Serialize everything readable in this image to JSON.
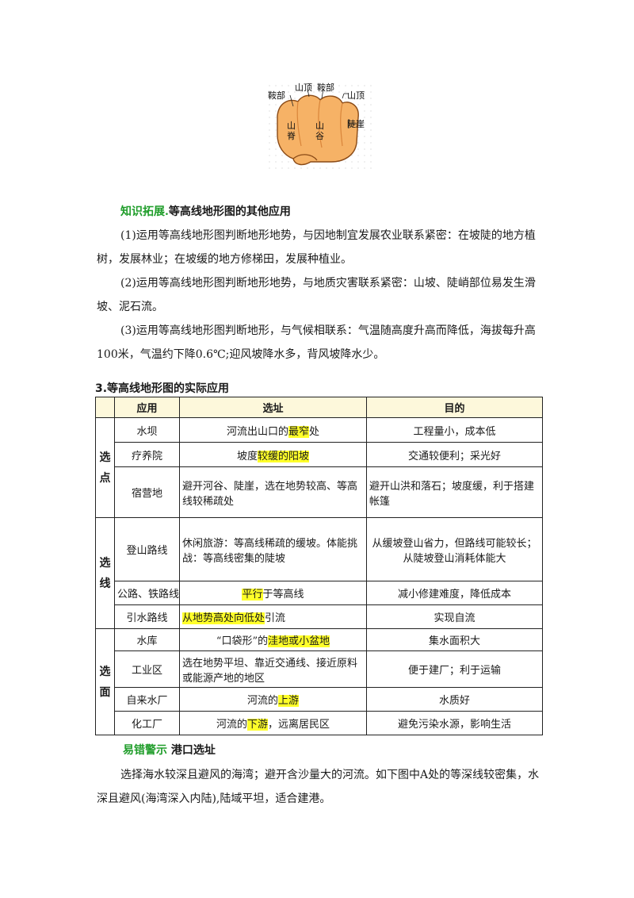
{
  "figure": {
    "labels": {
      "saddle_left": "鞍部",
      "top_left": "山顶",
      "saddle_right": "鞍部",
      "top_right": "山顶",
      "cliff": "陡崖",
      "ridge": "山脊",
      "valley": "山谷"
    },
    "colors": {
      "fist": "#f6b266",
      "fist_shadow": "#d9853a",
      "outline": "#8a4a16"
    }
  },
  "knowledge": {
    "tag": "知识拓展.",
    "title": "等高线地形图的其他应用",
    "paragraphs": [
      "(1)运用等高线地形图判断地形地势，与因地制宜发展农业联系紧密：在坡陡的地方植树，发展林业；在坡缓的地方修梯田，发展种植业。",
      "(2)运用等高线地形图判断地形地势，与地质灾害联系紧密：山坡、陡峭部位易发生滑坡、泥石流。",
      "(3)运用等高线地形图判断地形，与气候相联系：气温随高度升高而降低，海拔每升高100米，气温约下降0.6℃;迎风坡降水多，背风坡降水少。"
    ]
  },
  "section": {
    "title": "3.等高线地形图的实际应用"
  },
  "table": {
    "headers": {
      "blank": "",
      "use": "应用",
      "site": "选址",
      "purpose": "目的"
    },
    "groups": {
      "point": "选点",
      "line": "选线",
      "area": "选面"
    },
    "rows": [
      {
        "use": "水坝",
        "site_a": "河流出山口的",
        "site_hl": "最窄",
        "site_b": "处",
        "purpose": "工程量小，成本低"
      },
      {
        "use": "疗养院",
        "site_a": "坡度",
        "site_hl": "较缓的阳坡",
        "site_b": "",
        "purpose": "交通较便利；采光好"
      },
      {
        "use": "宿营地",
        "site_a": "避开河谷、陡崖，选在地势较高、等高线较稀疏处",
        "site_hl": "",
        "site_b": "",
        "purpose": "避开山洪和落石；坡度缓，利于搭建帐篷"
      },
      {
        "use": "登山路线",
        "site_a": "休闲旅游：等高线稀疏的缓坡。体能挑战：等高线密集的陡坡",
        "site_hl": "",
        "site_b": "",
        "purpose": "从缓坡登山省力，但路线可能较长；从陡坡登山消耗体能大"
      },
      {
        "use": "公路、铁路线",
        "site_a": "",
        "site_hl": "平行",
        "site_b": "于等高线",
        "purpose": "减小修建难度，降低成本"
      },
      {
        "use": "引水路线",
        "site_a": "",
        "site_hl": "从地势高处向低处",
        "site_b": "引流",
        "purpose": "实现自流"
      },
      {
        "use": "水库",
        "site_a": "“口袋形”的",
        "site_hl": "洼地或小盆地",
        "site_b": "",
        "purpose": "集水面积大"
      },
      {
        "use": "工业区",
        "site_a": "选在地势平坦、靠近交通线、接近原料或能源产地的地区",
        "site_hl": "",
        "site_b": "",
        "purpose": "便于建厂；利于运输"
      },
      {
        "use": "自来水厂",
        "site_a": "河流的",
        "site_hl": "上游",
        "site_b": "",
        "purpose": "水质好"
      },
      {
        "use": "化工厂",
        "site_a": "河流的",
        "site_hl": "下游",
        "site_b": "，远离居民区",
        "purpose": "避免污染水源，影响生活"
      }
    ]
  },
  "warning": {
    "tag": "易错警示",
    "title": "港口选址",
    "paragraph": "选择海水较深且避风的海湾；避开含沙量大的河流。如下图中A处的等深线较密集，水深且避风(海湾深入内陆),陆域平坦，适合建港。"
  },
  "colors": {
    "accent_green": "#1f9d2a",
    "highlight": "#ffff2a",
    "header_bg": "#fdf8db"
  }
}
